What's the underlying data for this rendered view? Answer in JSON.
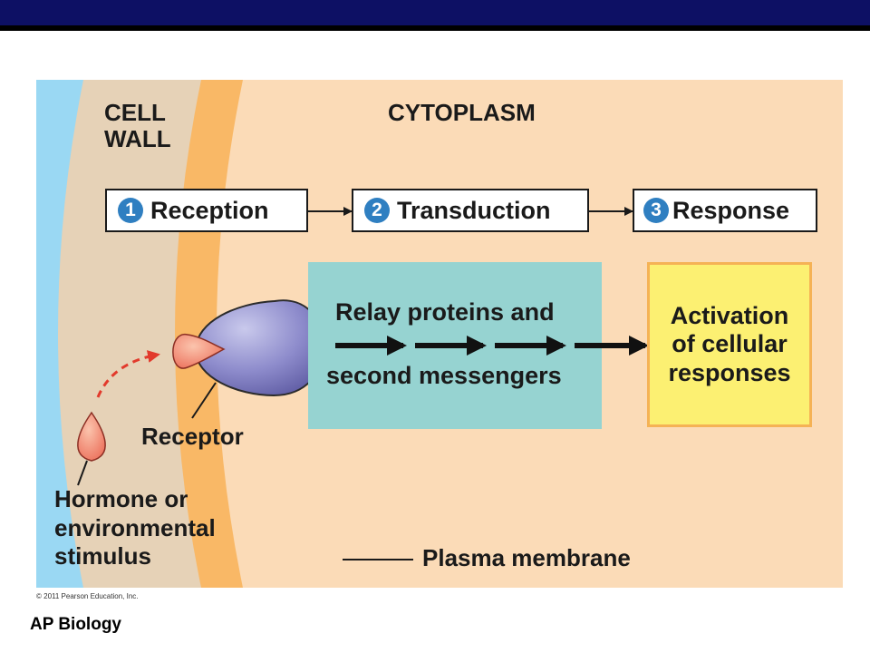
{
  "labels": {
    "cell_wall_line1": "CELL",
    "cell_wall_line2": "WALL",
    "cytoplasm": "CYTOPLASM",
    "relay_line1": "Relay proteins and",
    "relay_line2": "second messengers",
    "response_line1": "Activation",
    "response_line2": "of cellular",
    "response_line3": "responses",
    "receptor": "Receptor",
    "hormone_line1": "Hormone or",
    "hormone_line2": "environmental",
    "hormone_line3": "stimulus",
    "plasma_membrane": "Plasma membrane"
  },
  "steps": [
    {
      "number": "1",
      "label": "Reception"
    },
    {
      "number": "2",
      "label": "Transduction"
    },
    {
      "number": "3",
      "label": "Response"
    }
  ],
  "copyright": "© 2011 Pearson Education, Inc.",
  "footer": "AP Biology",
  "colors": {
    "header_bar": "#0d1064",
    "extracellular": "#9ad8f3",
    "cell_wall": "#e6d2b7",
    "membrane": "#f9b866",
    "cytoplasm": "#fbdbb7",
    "relay_box": "#96d3d1",
    "response_box": "#fcf072",
    "step_number": "#2f7fc1",
    "signal_arrow": "#e23a2c"
  }
}
